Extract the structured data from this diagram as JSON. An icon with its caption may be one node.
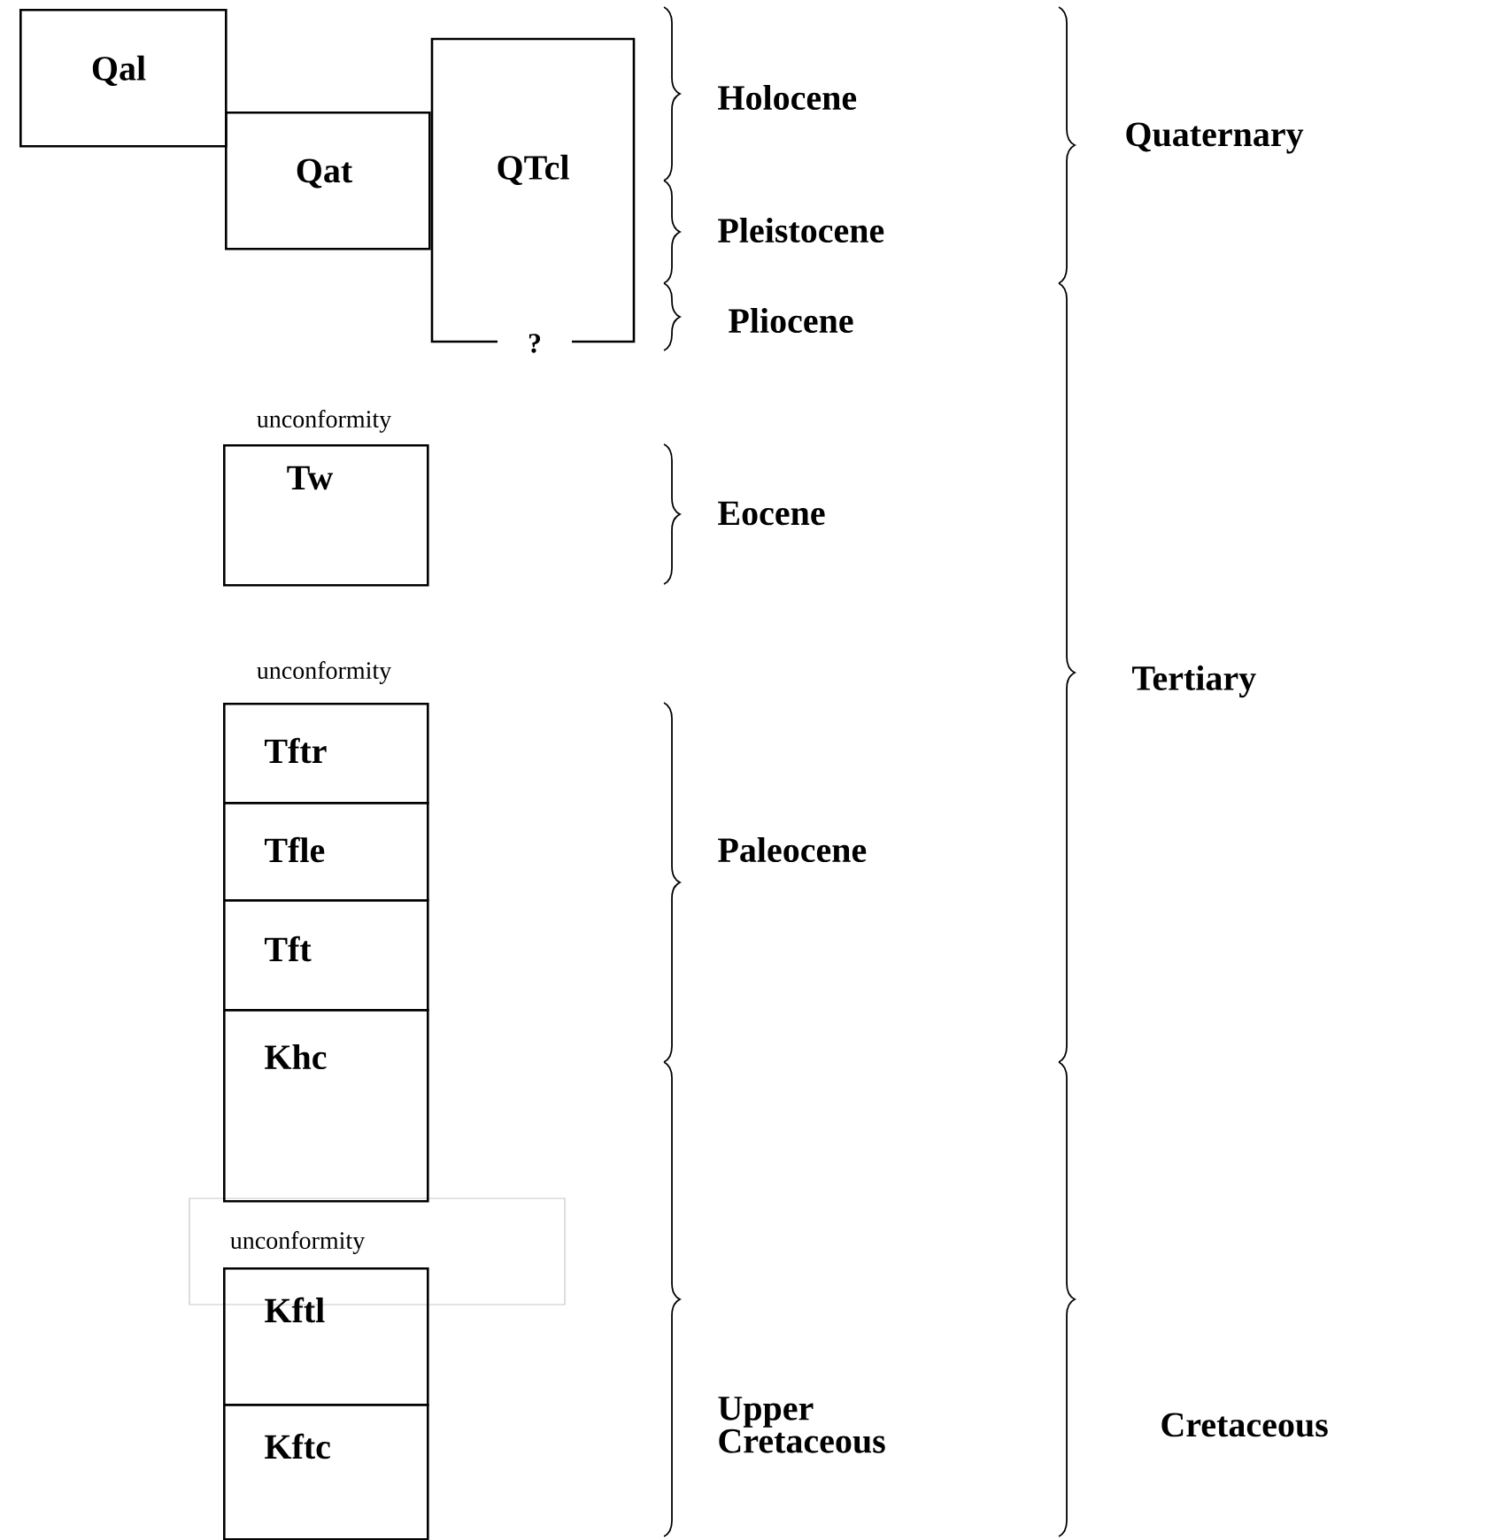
{
  "diagram": {
    "nodes": [
      {
        "text": [
          "Qal"
        ]
      },
      {
        "text": [
          "Qat"
        ]
      },
      {
        "text": [
          "QTcl",
          "?"
        ]
      },
      {
        "text": [
          "Tw"
        ]
      },
      {
        "text": [
          "Tftr"
        ]
      },
      {
        "text": [
          "Tfle"
        ]
      },
      {
        "text": [
          "Tft"
        ]
      },
      {
        "text": [
          "Khc"
        ]
      },
      {
        "text": [
          "Kftl"
        ]
      },
      {
        "text": [
          "Kftc"
        ]
      }
    ],
    "labels": [
      "Holocene",
      "Quaternary",
      "Pleistocene",
      "Pliocene",
      "unconformity",
      "Eocene",
      "unconformity",
      "Tertiary",
      "Paleocene",
      "unconformity",
      "Upper Cretaceous",
      "Cretaceous"
    ]
  }
}
